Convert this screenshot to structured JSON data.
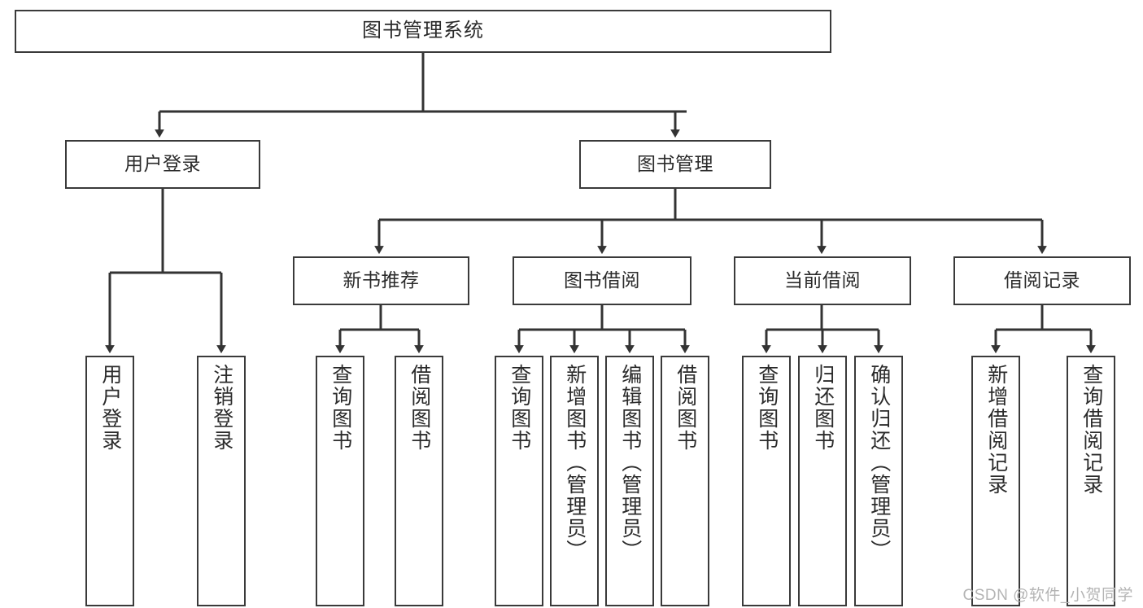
{
  "diagram": {
    "type": "tree-hierarchy",
    "title": "图书管理系统",
    "watermark": "CSDN @软件_小贺同学",
    "colors": {
      "border": "#3a3a3a",
      "background": "#ffffff",
      "text": "#2b2b2b",
      "connector": "#333333",
      "watermark": "#b4b4b4"
    },
    "levels": 4,
    "nodes": {
      "root": {
        "label": "图书管理系统",
        "level": 1,
        "orientation": "horizontal"
      },
      "l2": [
        {
          "label": "用户登录",
          "level": 2,
          "orientation": "horizontal"
        },
        {
          "label": "图书管理",
          "level": 2,
          "orientation": "horizontal"
        }
      ],
      "l3": [
        {
          "label": "新书推荐",
          "level": 3,
          "orientation": "horizontal",
          "parent": "图书管理"
        },
        {
          "label": "图书借阅",
          "level": 3,
          "orientation": "horizontal",
          "parent": "图书管理"
        },
        {
          "label": "当前借阅",
          "level": 3,
          "orientation": "horizontal",
          "parent": "图书管理"
        },
        {
          "label": "借阅记录",
          "level": 3,
          "orientation": "horizontal",
          "parent": "图书管理"
        }
      ],
      "leaves_user_login": [
        {
          "label": "用户登录",
          "orientation": "vertical",
          "parent": "用户登录"
        },
        {
          "label": "注销登录",
          "orientation": "vertical",
          "parent": "用户登录"
        }
      ],
      "leaves_new_books": [
        {
          "label": "查询图书",
          "orientation": "vertical",
          "parent": "新书推荐"
        },
        {
          "label": "借阅图书",
          "orientation": "vertical",
          "parent": "新书推荐"
        }
      ],
      "leaves_borrow": [
        {
          "label": "查询图书",
          "orientation": "vertical",
          "parent": "图书借阅"
        },
        {
          "label": "新增图书（管理员）",
          "orientation": "vertical",
          "parent": "图书借阅"
        },
        {
          "label": "编辑图书（管理员）",
          "orientation": "vertical",
          "parent": "图书借阅"
        },
        {
          "label": "借阅图书",
          "orientation": "vertical",
          "parent": "图书借阅"
        }
      ],
      "leaves_current": [
        {
          "label": "查询图书",
          "orientation": "vertical",
          "parent": "当前借阅"
        },
        {
          "label": "归还图书",
          "orientation": "vertical",
          "parent": "当前借阅"
        },
        {
          "label": "确认归还（管理员）",
          "orientation": "vertical",
          "parent": "当前借阅"
        }
      ],
      "leaves_records": [
        {
          "label": "新增借阅记录",
          "orientation": "vertical",
          "parent": "借阅记录"
        },
        {
          "label": "查询借阅记录",
          "orientation": "vertical",
          "parent": "借阅记录"
        }
      ]
    }
  }
}
